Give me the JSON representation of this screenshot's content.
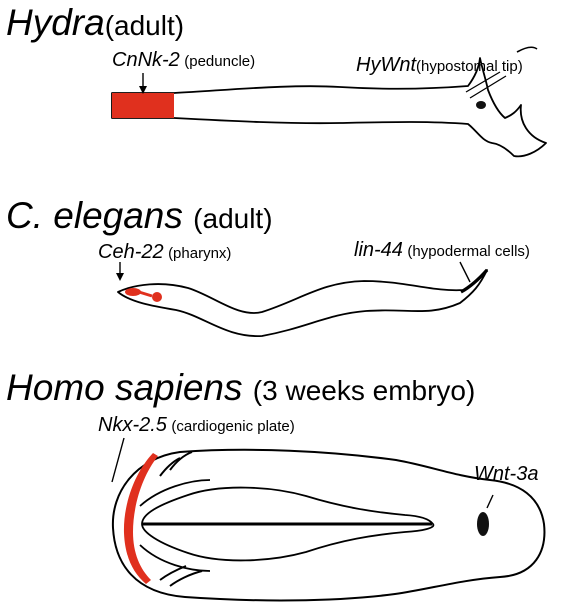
{
  "panels": [
    {
      "organism": "Hydra",
      "stage": "(adult)",
      "labels": [
        {
          "gene": "CnNk-2",
          "region": "(peduncle)"
        },
        {
          "gene": "HyWnt",
          "region": "(hypostomal tip)"
        }
      ]
    },
    {
      "organism": "C. elegans",
      "stage": "(adult)",
      "labels": [
        {
          "gene": "Ceh-22",
          "region": "(pharynx)"
        },
        {
          "gene": "lin-44",
          "region": "(hypodermal cells)"
        }
      ]
    },
    {
      "organism": "Homo sapiens",
      "stage": "(3 weeks embryo)",
      "labels": [
        {
          "gene": "Nkx-2.5",
          "region": "(cardiogenic plate)"
        },
        {
          "gene": "Wnt-3a",
          "region": ""
        }
      ]
    }
  ],
  "colors": {
    "expression_red": "#e0301e",
    "expression_black": "#111111",
    "outline": "#000000"
  }
}
